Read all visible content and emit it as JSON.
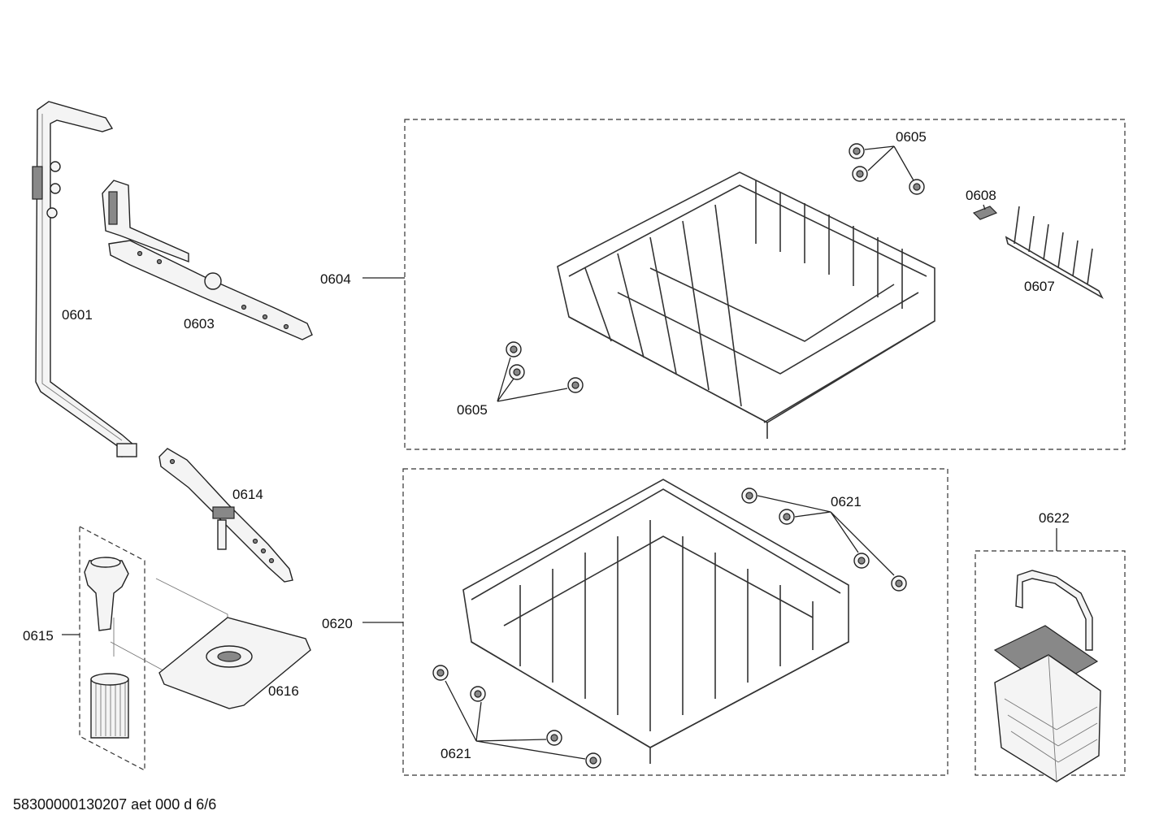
{
  "labels": {
    "p0601": "0601",
    "p0603": "0603",
    "p0604": "0604",
    "p0605a": "0605",
    "p0605b": "0605",
    "p0607": "0607",
    "p0608": "0608",
    "p0614": "0614",
    "p0615": "0615",
    "p0616": "0616",
    "p0620": "0620",
    "p0621a": "0621",
    "p0621b": "0621",
    "p0622": "0622"
  },
  "footer": "58300000130207 aet 000 d 6/6"
}
